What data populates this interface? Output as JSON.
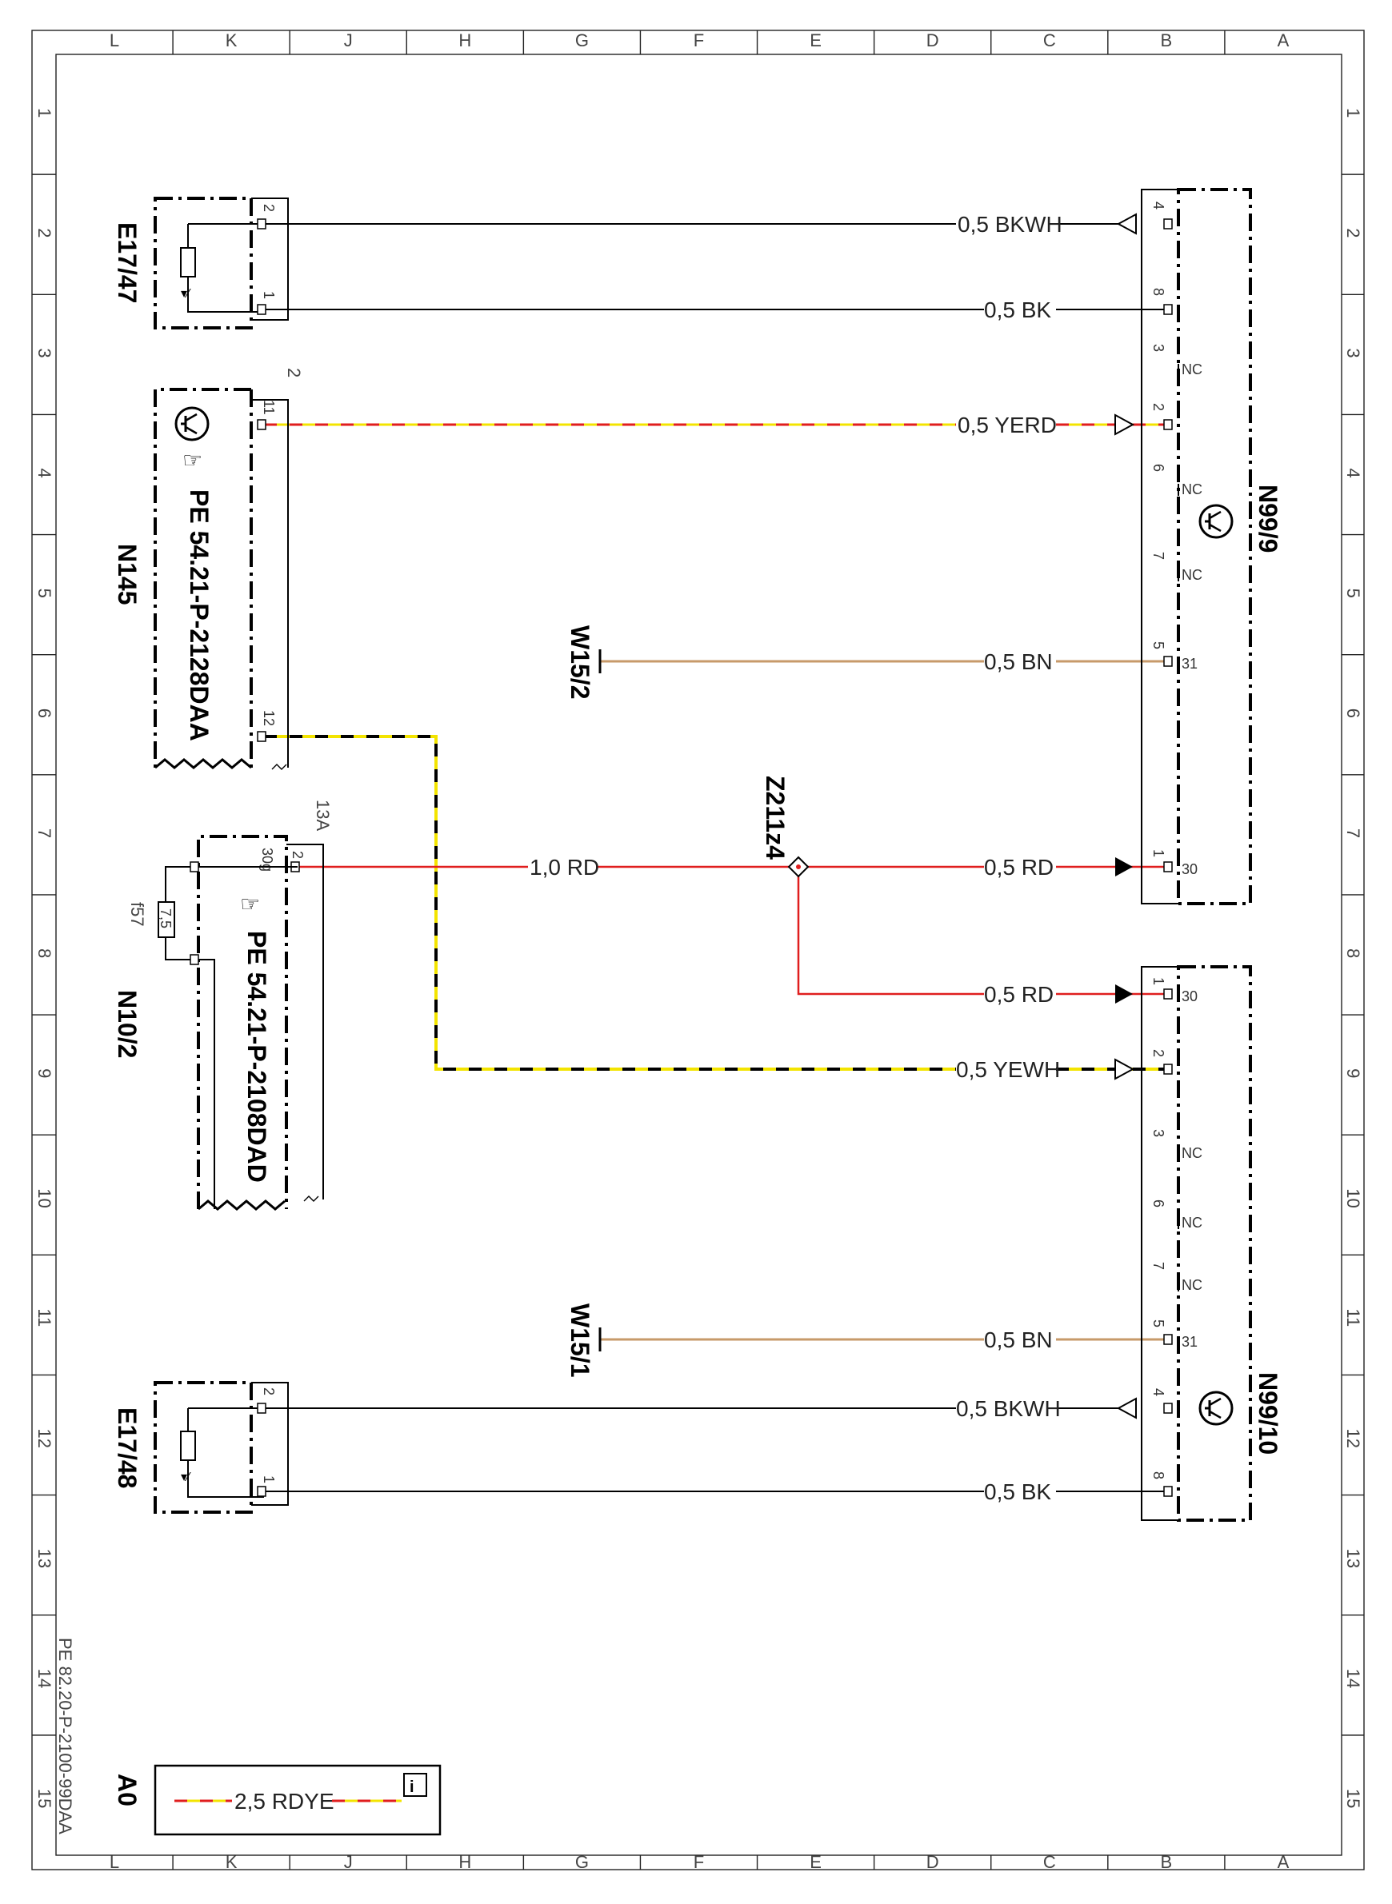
{
  "frame": {
    "columns": [
      "L",
      "K",
      "J",
      "H",
      "G",
      "F",
      "E",
      "D",
      "C",
      "B",
      "A"
    ],
    "rows": [
      "1",
      "2",
      "3",
      "4",
      "5",
      "6",
      "7",
      "8",
      "9",
      "10",
      "11",
      "12",
      "13",
      "14",
      "15"
    ]
  },
  "components": {
    "e17_47": "E17/47",
    "e17_48": "E17/48",
    "n145": "N145",
    "n145_ref": "PE 54.21-P-2128DAA",
    "n10_2": "N10/2",
    "n10_2_ref": "PE 54.21-P-2108DAD",
    "f57": "f57",
    "f57_value": "7,5",
    "w15_2": "W15/2",
    "w15_1": "W15/1",
    "z211z4": "Z211z4",
    "n99_9": "N99/9",
    "n99_10": "N99/10"
  },
  "wires": {
    "bkwh": "0,5 BKWH",
    "bk": "0,5 BK",
    "yerd": "0,5 YERD",
    "bn": "0,5 BN",
    "rd_main": "1,0 RD",
    "rd": "0,5 RD",
    "yewh": "0,5 YEWH"
  },
  "pins": {
    "e17_pin2": "2",
    "e17_pin1": "1",
    "n145_pin11": "11",
    "n145_pin12": "12",
    "n145_conn": "2",
    "n10_conn": "2",
    "n10_fuse": "13A",
    "n10_term": "30g",
    "n99_p4": "4",
    "n99_p8": "8",
    "n99_p3": "3",
    "n99_p2": "2",
    "n99_p6": "6",
    "n99_p7": "7",
    "n99_p5": "5",
    "n99_p1": "1",
    "t31": "31",
    "t30": "30",
    "nc": "NC"
  },
  "legend": {
    "label": "2,5 RDYE",
    "sheet_label": "A0",
    "doc_ref": "PE 82.20-P-2100-99DAA"
  },
  "colors": {
    "black": "#000000",
    "red": "#e01e1e",
    "yellow": "#f3e400",
    "brown": "#c79a6a"
  }
}
